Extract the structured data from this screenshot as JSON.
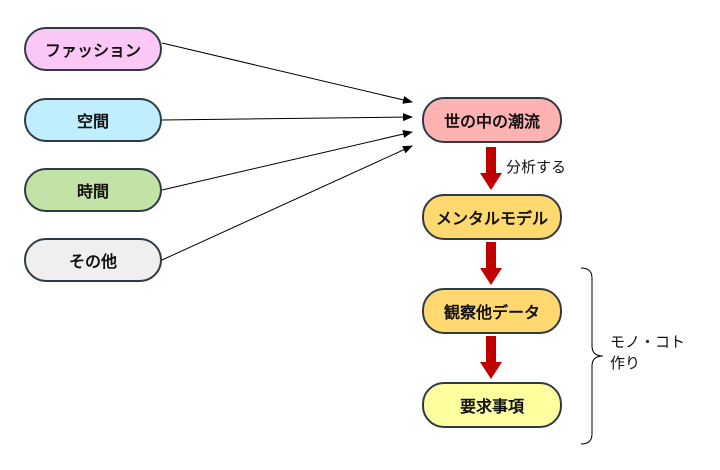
{
  "sources": [
    {
      "label": "ファッション",
      "color": "#fbc7f4"
    },
    {
      "label": "空間",
      "color": "#bfeeff"
    },
    {
      "label": "時間",
      "color": "#c3e3a6"
    },
    {
      "label": "その他",
      "color": "#efefef"
    }
  ],
  "flow": [
    {
      "label": "世の中の潮流",
      "color": "#ffb2b2"
    },
    {
      "label": "メンタルモデル",
      "color": "#ffd870"
    },
    {
      "label": "観察他データ",
      "color": "#ffd870"
    },
    {
      "label": "要求事項",
      "color": "#ffffa0"
    }
  ],
  "step_label": "分析する",
  "group_label_line1": "モノ・コト",
  "group_label_line2": "作り",
  "arrow_color": "#c00000"
}
